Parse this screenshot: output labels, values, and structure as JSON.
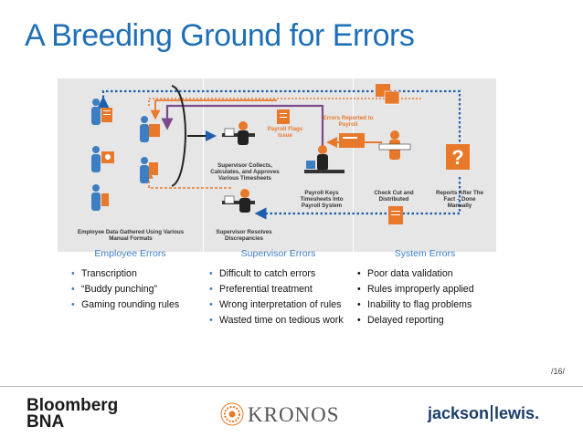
{
  "title": "A Breeding Ground for Errors",
  "diagram": {
    "captions": {
      "employee_data": "Employee Data Gathered Using Various Manual Formats",
      "supervisor_collects": "Supervisor Collects, Calculates, and Approves Various Timesheets",
      "supervisor_resolves": "Supervisor Resolves Discrepancies",
      "payroll_flags": "Payroll Flags Issue",
      "errors_reported": "Errors Reported to Payroll",
      "payroll_keys": "Payroll Keys Timesheets Into Payroll System",
      "check_cut": "Check Cut and Distributed",
      "reports_after": "Reports After The Fact – Done Manually"
    },
    "colors": {
      "panel": "#e6e6e6",
      "blue_person": "#3d7ec2",
      "orange": "#e8782a",
      "purple": "#7b4b8c",
      "dark": "#222222"
    }
  },
  "columns": [
    {
      "header": "Employee Errors",
      "bullets": [
        "Transcription",
        "“Buddy punching”",
        "Gaming rounding rules"
      ]
    },
    {
      "header": "Supervisor Errors",
      "bullets": [
        "Difficult to catch errors",
        "Preferential treatment",
        "Wrong interpretation of rules",
        "Wasted time on tedious work"
      ]
    },
    {
      "header": "System Errors",
      "bullets": [
        "Poor data validation",
        "Rules improperly applied",
        "Inability to flag problems",
        "Delayed reporting"
      ]
    }
  ],
  "page_number": "/16/",
  "footer": {
    "bloomberg_line1": "Bloomberg",
    "bloomberg_line2": "BNA",
    "kronos": "KRONOS",
    "jackson": "jackson",
    "lewis": "lewis."
  }
}
